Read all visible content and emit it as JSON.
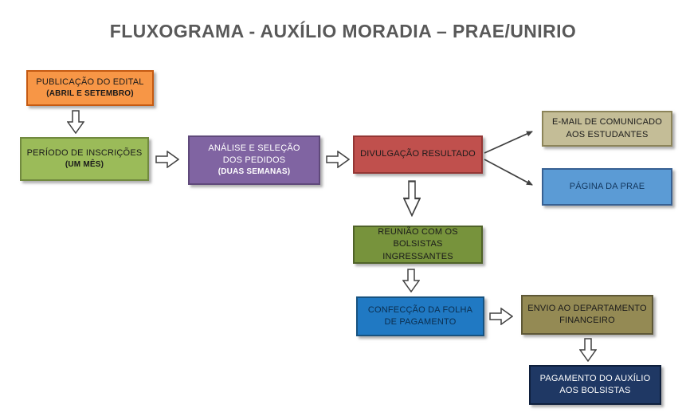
{
  "title": "FLUXOGRAMA - AUXÍLIO MORADIA – PRAE/UNIRIO",
  "title_color": "#595959",
  "nodes": {
    "publicacao": {
      "label": "PUBLICAÇÃO DO EDITAL",
      "sublabel": "(ABRIL E SETEMBRO)",
      "fill": "#F79646",
      "border": "#C55A11",
      "text": "#1a1a1a"
    },
    "inscricoes": {
      "label": "PERÍODO DE INSCRIÇÕES",
      "sublabel": "(UM MÊS)",
      "fill": "#9BBB59",
      "border": "#71893F",
      "text": "#1a1a1a"
    },
    "analise": {
      "label": "ANÁLISE E SELEÇÃO\nDOS PEDIDOS",
      "sublabel": "(DUAS SEMANAS)",
      "fill": "#8064A2",
      "border": "#5F497A",
      "text": "#ffffff"
    },
    "divulgacao": {
      "label": "DIVULGAÇÃO RESULTADO",
      "fill": "#C0504D",
      "border": "#943634",
      "text": "#1a1a1a"
    },
    "email": {
      "label": "E-MAIL DE COMUNICADO\nAOS ESTUDANTES",
      "fill": "#C4BD97",
      "border": "#8C8459",
      "text": "#1a1a1a"
    },
    "pagina": {
      "label": "PÁGINA DA PRAE",
      "fill": "#5B9BD5",
      "border": "#376092",
      "text": "#12365c"
    },
    "reuniao": {
      "label": "REUNIÃO COM OS\nBOLSISTAS INGRESSANTES",
      "fill": "#77933C",
      "border": "#4F6228",
      "text": "#1a1a1a"
    },
    "folha": {
      "label": "CONFECÇÃO DA FOLHA\nDE PAGAMENTO",
      "fill": "#2079C3",
      "border": "#17527F",
      "text": "#0b2e4f"
    },
    "envio": {
      "label": "ENVIO AO DEPARTAMENTO\nFINANCEIRO",
      "fill": "#948A54",
      "border": "#5E5837",
      "text": "#1a1a1a"
    },
    "pagamento": {
      "label": "PAGAMENTO DO AUXÍLIO\nAOS BOLSISTAS",
      "fill": "#1F3864",
      "border": "#0E1F3C",
      "text": "#ffffff"
    }
  },
  "arrow": {
    "fill": "#ffffff",
    "stroke": "#404040"
  }
}
